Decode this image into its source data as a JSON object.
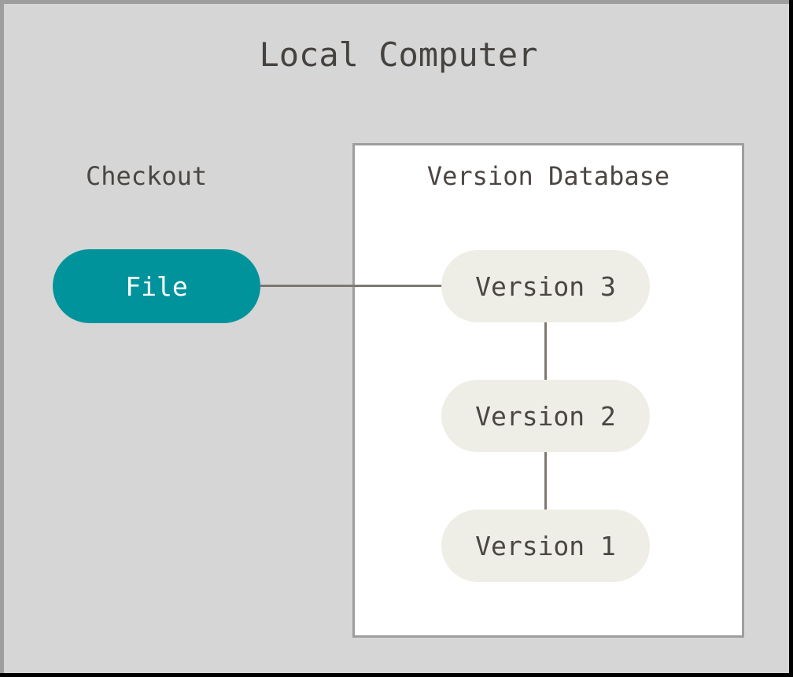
{
  "diagram": {
    "title": "Local Computer",
    "colors": {
      "background": "#d6d6d6",
      "canvas_border": "#9e9e9e",
      "panel_background": "#ffffff",
      "panel_border": "#9e9e9e",
      "checkout_node": "#00939c",
      "checkout_node_text": "#ffffff",
      "version_node": "#eeeee6",
      "version_node_text": "#4b4642",
      "connector": "#7d7870",
      "title_text": "#46423f",
      "label_text": "#4b4642"
    },
    "checkout": {
      "label": "Checkout",
      "node_label": "File"
    },
    "database": {
      "title": "Version Database",
      "versions": [
        {
          "label": "Version 3"
        },
        {
          "label": "Version 2"
        },
        {
          "label": "Version 1"
        }
      ]
    },
    "connections": [
      {
        "from": "File",
        "to": "Version 3",
        "orientation": "horizontal"
      },
      {
        "from": "Version 3",
        "to": "Version 2",
        "orientation": "vertical"
      },
      {
        "from": "Version 2",
        "to": "Version 1",
        "orientation": "vertical"
      }
    ]
  }
}
